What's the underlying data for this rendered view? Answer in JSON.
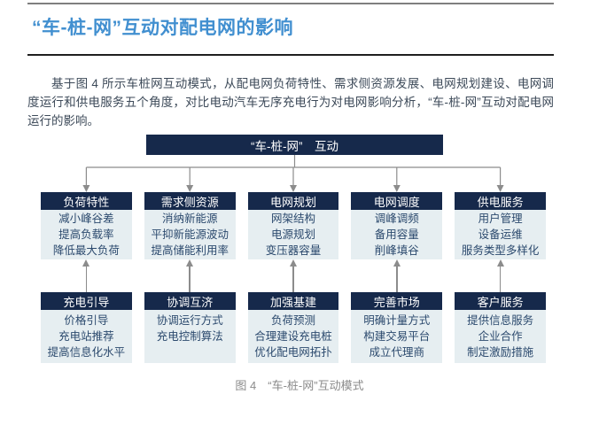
{
  "page": {
    "title": "“车-桩-网”互动对配电网的影响",
    "paragraph": "基于图 4 所示车桩网互动模式，从配电网负荷特性、需求侧资源发展、电网规划建设、电网调度运行和供电服务五个角度，对比电动汽车无序充电行为对电网影响分析，“车-桩-网”互动对配电网运行的影响。",
    "caption": "图 4　“车-桩-网”互动模式"
  },
  "diagram": {
    "root_label": "“车-桩-网”　互动",
    "columns": [
      {
        "top_header": "负荷特性",
        "top_items": [
          "减小峰谷差",
          "提高负载率",
          "降低最大负荷"
        ],
        "bottom_header": "充电引导",
        "bottom_items": [
          "价格引导",
          "充电站推荐",
          "提高信息化水平"
        ]
      },
      {
        "top_header": "需求侧资源",
        "top_items": [
          "消纳新能源",
          "平抑新能源波动",
          "提高储能利用率"
        ],
        "bottom_header": "协调互济",
        "bottom_items": [
          "协调运行方式",
          "充电控制算法"
        ]
      },
      {
        "top_header": "电网规划",
        "top_items": [
          "网架结构",
          "电源规划",
          "变压器容量"
        ],
        "bottom_header": "加强基建",
        "bottom_items": [
          "负荷预测",
          "合理建设充电桩",
          "优化配电网拓扑"
        ]
      },
      {
        "top_header": "电网调度",
        "top_items": [
          "调峰调频",
          "备用容量",
          "削峰填谷"
        ],
        "bottom_header": "完善市场",
        "bottom_items": [
          "明确计量方式",
          "构建交易平台",
          "成立代理商"
        ]
      },
      {
        "top_header": "供电服务",
        "top_items": [
          "用户管理",
          "设备运维",
          "服务类型多样化"
        ],
        "bottom_header": "客户服务",
        "bottom_items": [
          "提供信息服务",
          "企业合作",
          "制定激励措施"
        ]
      }
    ]
  },
  "colors": {
    "title_blue": "#418fd0",
    "box_navy": "#16294b",
    "box_light": "#e6eef1",
    "light_text": "#2c4a6e",
    "arrow_gray": "#8c8c8c"
  }
}
